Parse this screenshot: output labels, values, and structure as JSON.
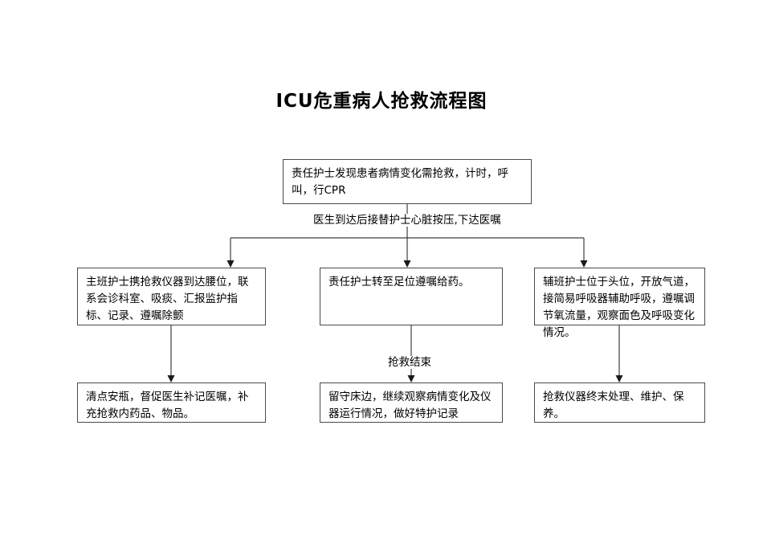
{
  "document": {
    "title": "ICU危重病人抢救流程图"
  },
  "chart_data": {
    "type": "diagram",
    "diagram_kind": "flowchart",
    "title": "ICU危重病人抢救流程图",
    "orientation": "top-to-bottom",
    "nodes": [
      {
        "id": "start",
        "role": "start",
        "text": "责任护士发现患者病情变化需抢救，计时，呼叫，行CPR",
        "column": "center",
        "row": 1
      },
      {
        "id": "main-nurse",
        "role": "process",
        "text": "主班护士携抢救仪器到达腰位，联系会诊科室、吸痰、汇报监护指标、记录、遵嘱除颤",
        "column": "left",
        "row": 2
      },
      {
        "id": "primary-nurse",
        "role": "process",
        "text": "责任护士转至足位遵嘱给药。",
        "column": "center",
        "row": 2
      },
      {
        "id": "assistant-nurse",
        "role": "process",
        "text": "辅班护士位于头位，开放气道，接简易呼吸器辅助呼吸，遵嘱调节氧流量，观察面色及呼吸变化情况。",
        "column": "right",
        "row": 2
      },
      {
        "id": "main-nurse-after",
        "role": "process",
        "text": "清点安瓶，督促医生补记医嘱，补充抢救内药品、物品。",
        "column": "left",
        "row": 3
      },
      {
        "id": "primary-nurse-after",
        "role": "process",
        "text": "留守床边，继续观察病情变化及仪器运行情况，做好特护记录",
        "column": "center",
        "row": 3
      },
      {
        "id": "assistant-nurse-after",
        "role": "process",
        "text": "抢救仪器终末处理、维护、保养。",
        "column": "right",
        "row": 3
      }
    ],
    "edges": [
      {
        "from": "start",
        "to": "main-nurse",
        "label": "医生到达后接替护士心脏按压,下达医嘱"
      },
      {
        "from": "start",
        "to": "primary-nurse",
        "label": ""
      },
      {
        "from": "start",
        "to": "assistant-nurse",
        "label": ""
      },
      {
        "from": "main-nurse",
        "to": "main-nurse-after",
        "label": ""
      },
      {
        "from": "primary-nurse",
        "to": "primary-nurse-after",
        "label": "抢救结束"
      },
      {
        "from": "assistant-nurse",
        "to": "assistant-nurse-after",
        "label": ""
      }
    ],
    "edge_labels": {
      "doctor_arrival": "医生到达后接替护士心脏按压,下达医嘱",
      "rescue_end": "抢救结束"
    },
    "colors": {
      "background": "#ffffff",
      "box_border": "#4a4a4a",
      "connector": "#3f3f3f",
      "text": "#000000"
    }
  }
}
